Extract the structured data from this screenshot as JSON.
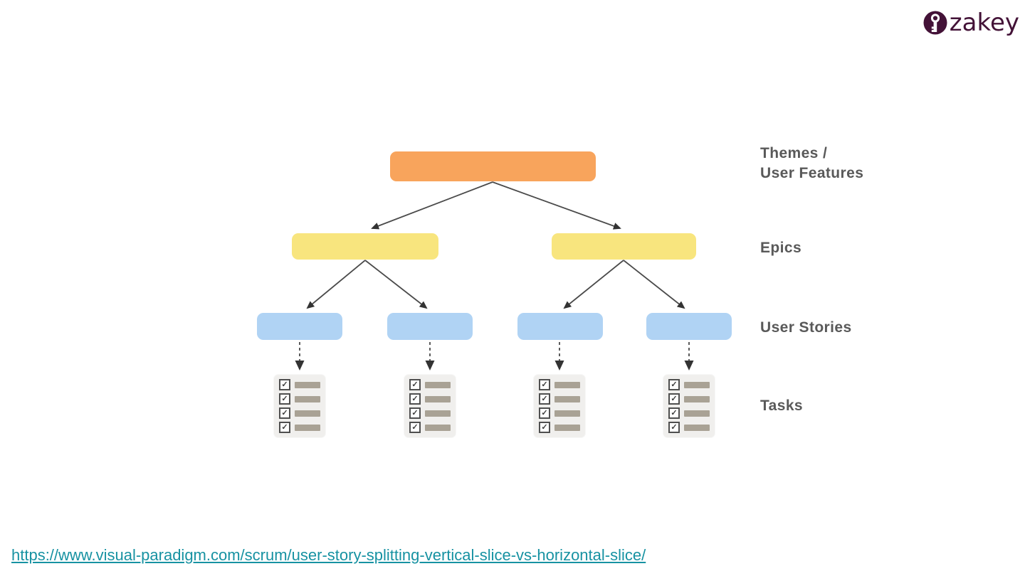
{
  "logo": {
    "text": "zakey"
  },
  "theme": {
    "logo_color": "#431237",
    "themes_box": "#F8A45C",
    "epics_box": "#F8E57E",
    "stories_box": "#B0D3F4",
    "arrow": "#4a4a4a",
    "arrowhead": "#333333",
    "label_text": "#595959",
    "task_card_bg": "#F0EFED",
    "task_bar": "#A9A295",
    "link": "#1792A2"
  },
  "labels": {
    "themes_line1": "Themes /",
    "themes_line2": "User Features",
    "epics": "Epics",
    "user_stories": "User Stories",
    "tasks": "Tasks"
  },
  "icons": {
    "check": "✓",
    "key": "key-icon"
  },
  "diagram": {
    "type": "hierarchy-tree",
    "levels": [
      {
        "name": "themes",
        "box_count": 1
      },
      {
        "name": "epics",
        "box_count": 2
      },
      {
        "name": "user_stories",
        "box_count": 4
      },
      {
        "name": "tasks",
        "card_count": 4,
        "checklist_rows_per_card": 4,
        "all_rows_checked": true
      }
    ]
  },
  "footer": {
    "url": "https://www.visual-paradigm.com/scrum/user-story-splitting-vertical-slice-vs-horizontal-slice/"
  }
}
